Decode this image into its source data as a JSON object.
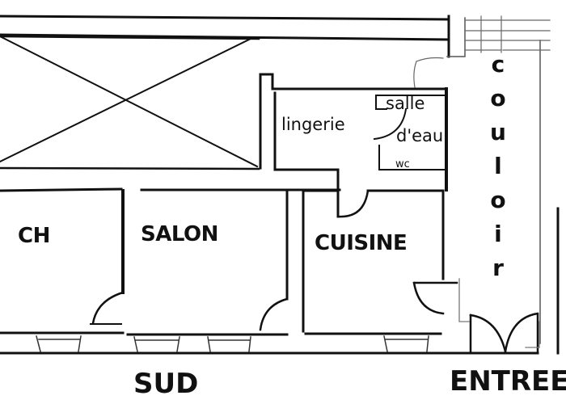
{
  "plan": {
    "rooms": [
      {
        "id": "ch",
        "label": "CH"
      },
      {
        "id": "salon",
        "label": "SALON"
      },
      {
        "id": "cuisine",
        "label": "CUISINE"
      },
      {
        "id": "lingerie",
        "label": "lingerie"
      },
      {
        "id": "salle_deau",
        "label_line1": "salle",
        "label_line2": "d'eau"
      },
      {
        "id": "wc",
        "label": "wc"
      },
      {
        "id": "couloir",
        "label": "couloir",
        "letters": [
          "c",
          "o",
          "u",
          "l",
          "o",
          "i",
          "r"
        ]
      }
    ],
    "orientation": {
      "south": "SUD",
      "entrance": "ENTREE"
    },
    "colors": {
      "wall": "#111111",
      "background": "#ffffff",
      "faint_line": "#9a9a9a"
    }
  }
}
